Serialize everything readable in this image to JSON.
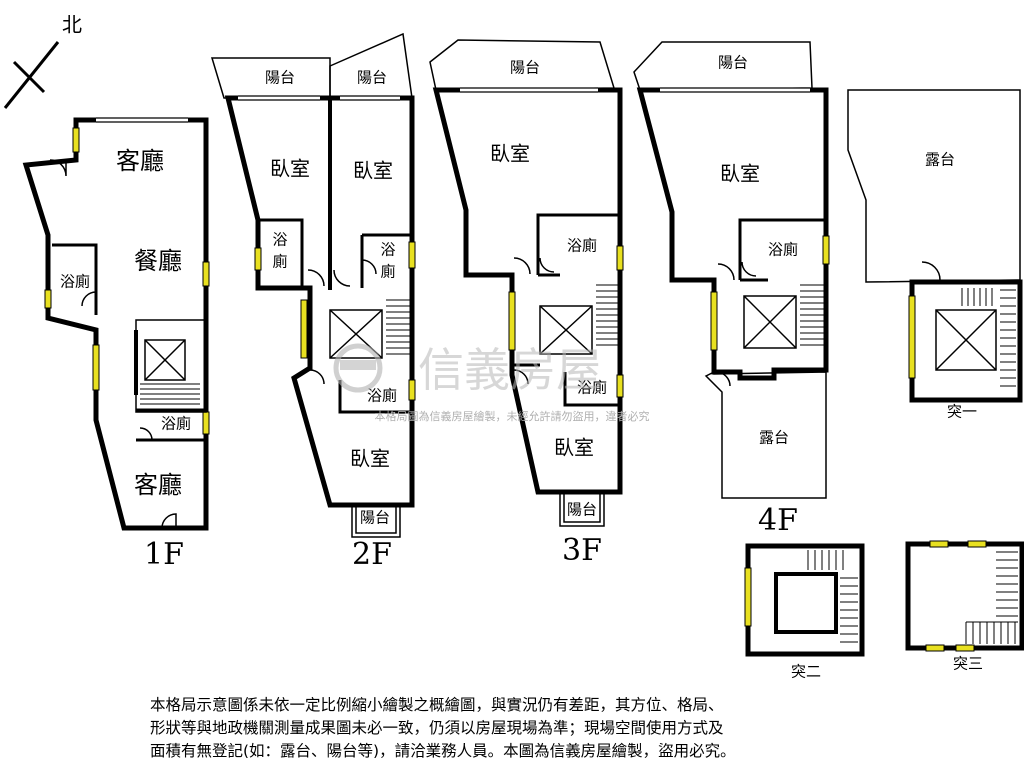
{
  "compass": {
    "label": "北"
  },
  "floors": {
    "f1": {
      "label": "1F",
      "rooms": {
        "living_top": "客廳",
        "dining": "餐廳",
        "bath_left": "浴廁",
        "bath_stair": "浴廁",
        "living_bottom": "客廳"
      }
    },
    "f2": {
      "label": "2F",
      "rooms": {
        "balcony_left": "陽台",
        "balcony_right": "陽台",
        "bedroom_left": "臥室",
        "bedroom_right": "臥室",
        "bath_left_1": "浴",
        "bath_left_2": "廁",
        "bath_right_1": "浴",
        "bath_right_2": "廁",
        "bath_mid": "浴廁",
        "bedroom_bottom": "臥室",
        "balcony_bottom": "陽台"
      }
    },
    "f3": {
      "label": "3F",
      "rooms": {
        "balcony_top": "陽台",
        "bedroom_top": "臥室",
        "bath_top": "浴廁",
        "bath_mid": "浴廁",
        "bedroom_bottom": "臥室",
        "balcony_bottom": "陽台"
      }
    },
    "f4": {
      "label": "4F",
      "rooms": {
        "balcony_top": "陽台",
        "bedroom": "臥室",
        "bath": "浴廁",
        "terrace": "露台"
      }
    },
    "roof1": {
      "label": "突一",
      "rooms": {
        "terrace": "露台"
      }
    },
    "roof2": {
      "label": "突二"
    },
    "roof3": {
      "label": "突三"
    }
  },
  "watermark": {
    "brand": "信義房屋",
    "subtext": "本格局圖為信義房屋繪製，未經允許請勿盜用，違者必究"
  },
  "disclaimer": [
    "本格局示意圖係未依一定比例縮小繪製之概繪圖，與實況仍有差距，其方位、格局、",
    "形狀等與地政機關測量成果圖未必一致，仍須以房屋現場為準；現場空間使用方式及",
    "面積有無登記(如：露台、陽台等)，請洽業務人員。本圖為信義房屋繪製，盜用必究。"
  ]
}
